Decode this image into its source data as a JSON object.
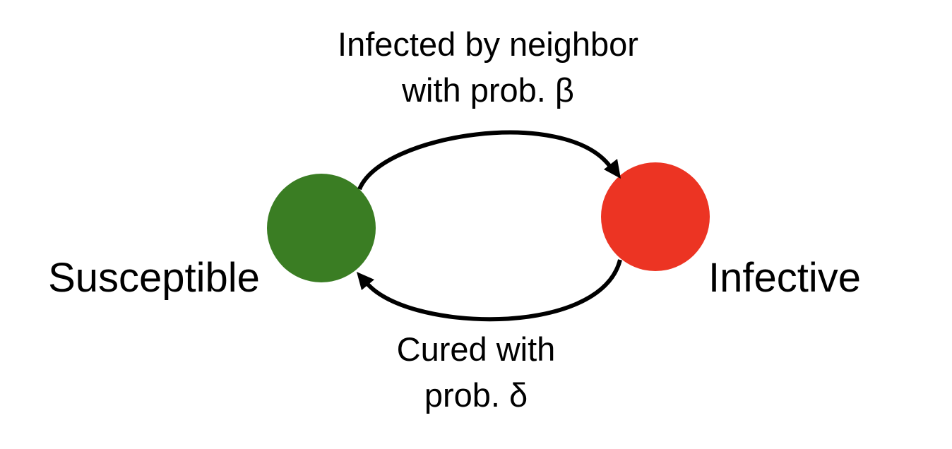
{
  "states": {
    "susceptible": {
      "label": "Susceptible",
      "color": "#3a7d23"
    },
    "infective": {
      "label": "Infective",
      "color": "#ec3423"
    }
  },
  "transitions": {
    "infection": {
      "label_line1": "Infected by neighbor",
      "label_line2": "with prob. β"
    },
    "cure": {
      "label_line1": "Cured with",
      "label_line2": "prob. δ"
    }
  }
}
